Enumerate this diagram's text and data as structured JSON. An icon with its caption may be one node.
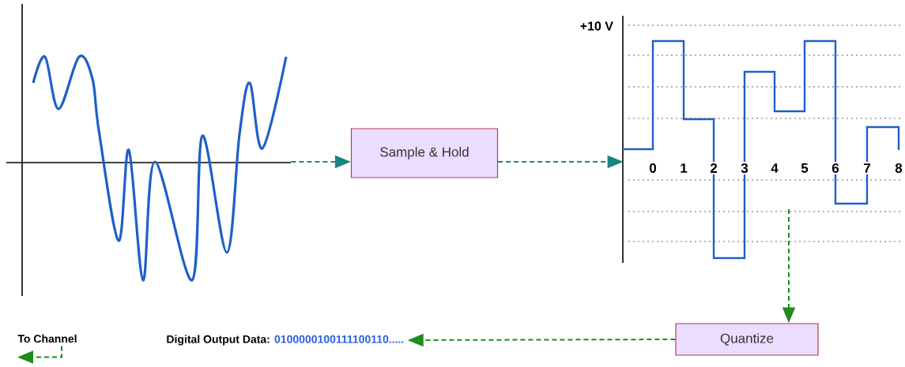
{
  "diagram": {
    "nodes": [
      {
        "text": [],
        "shape": "picture"
      },
      {
        "text": [
          "Sample & Hold"
        ]
      },
      {
        "text": [],
        "shape": "picture",
        "beside": [
          "+10 V"
        ]
      },
      {
        "text": [
          "Quantize"
        ]
      },
      {
        "text": [
          "Digital Output Data:",
          "0100000100111100110....."
        ]
      },
      {
        "text": [
          "To Channel"
        ]
      }
    ],
    "edges": [
      {
        "from": 0,
        "to": 1,
        "arrow": "to",
        "style": "dashed",
        "color": "#17877d"
      },
      {
        "from": 1,
        "to": 2,
        "arrow": "to",
        "style": "dashed",
        "color": "#17877d"
      },
      {
        "from": 2,
        "to": 3,
        "arrow": "to",
        "style": "dashed"
      },
      {
        "from": 3,
        "to": 4,
        "arrow": "to",
        "style": "dashed"
      },
      {
        "from": 5,
        "to": null,
        "arrow": "to",
        "style": "dashed"
      }
    ],
    "labels": [
      "0",
      "1",
      "2",
      "3",
      "4",
      "5",
      "6",
      "7",
      "8"
    ]
  }
}
